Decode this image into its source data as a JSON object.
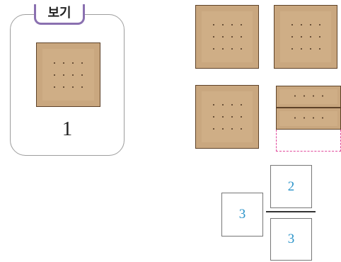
{
  "example": {
    "tag_label": "보기",
    "value": "1"
  },
  "answer": {
    "whole": "3",
    "numerator": "2",
    "denominator": "3"
  },
  "colors": {
    "cracker": "#c9a77f",
    "cracker_border": "#5e4228",
    "tag_border": "#8a70b0",
    "dashed_outline": "#e0479a",
    "answer_text": "#2a93c9"
  }
}
